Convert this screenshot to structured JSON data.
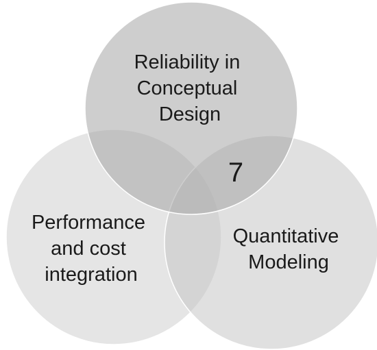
{
  "diagram": {
    "type": "venn",
    "circles": [
      {
        "id": "top",
        "lines": [
          "Reliability in",
          "Conceptual",
          "Design"
        ],
        "color": "#a6a6a6"
      },
      {
        "id": "left",
        "lines": [
          "Performance",
          "and cost",
          "integration"
        ],
        "color": "#d0d0d0"
      },
      {
        "id": "right",
        "lines": [
          "Quantitative",
          "Modeling"
        ],
        "color": "#c6c6c6"
      }
    ],
    "intersection": {
      "label": "7"
    }
  }
}
